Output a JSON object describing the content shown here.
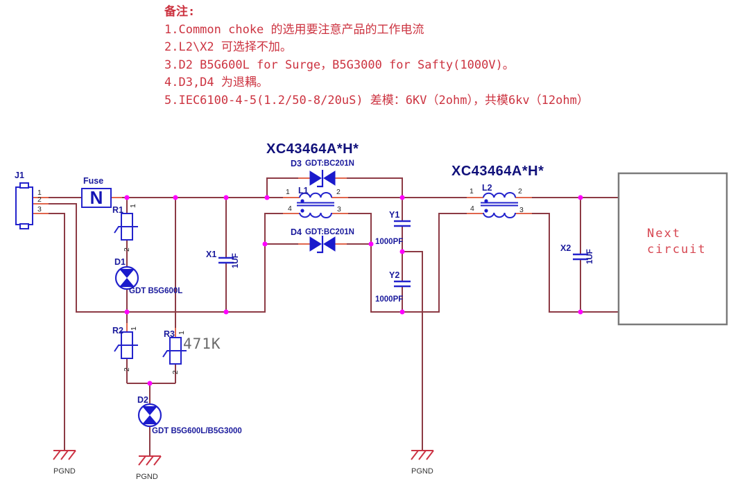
{
  "notes": {
    "title": "备注:",
    "lines": [
      "1.Common choke 的选用要注意产品的工作电流",
      "2.L2\\X2 可选择不加。",
      "3.D2 B5G600L for Surge，B5G3000 for Safty(1000V)。",
      "4.D3,D4 为退耦。",
      "5.IEC6100-4-5(1.2/50-8/20uS) 差模：6KV（2ohm），共模6kv（12ohm）"
    ]
  },
  "filters": {
    "first": "XC43464A*H*",
    "second": "XC43464A*H*"
  },
  "components": {
    "j1": {
      "ref": "J1",
      "pins": [
        "1",
        "2",
        "3"
      ]
    },
    "fuse": {
      "label": "Fuse",
      "glyph": "N"
    },
    "r1": {
      "ref": "R1",
      "pin1": "1",
      "pin2": "2"
    },
    "r2": {
      "ref": "R2",
      "pin1": "1",
      "pin2": "2"
    },
    "r3": {
      "ref": "R3",
      "pin1": "1",
      "pin2": "2",
      "value": "471K"
    },
    "d1": {
      "ref": "D1",
      "value": "GDT B5G600L"
    },
    "d2": {
      "ref": "D2",
      "value": "GDT B5G600L/B5G3000"
    },
    "d3": {
      "ref": "D3",
      "value": "GDT:BC201N"
    },
    "d4": {
      "ref": "D4",
      "value": "GDT:BC201N"
    },
    "l1": {
      "ref": "L1",
      "pins": {
        "p1": "1",
        "p2": "2",
        "p3": "3",
        "p4": "4"
      }
    },
    "l2": {
      "ref": "L2",
      "pins": {
        "p1": "1",
        "p2": "2",
        "p3": "3",
        "p4": "4"
      }
    },
    "x1": {
      "ref": "X1",
      "value": "1UF"
    },
    "x2": {
      "ref": "X2",
      "value": "1UF"
    },
    "y1": {
      "ref": "Y1",
      "value": "1000PF"
    },
    "y2": {
      "ref": "Y2",
      "value": "1000PF"
    }
  },
  "grounds": {
    "left": "PGND",
    "middle": "PGND",
    "right": "PGND"
  },
  "next_circuit": {
    "line1": "Next",
    "line2": "circuit"
  },
  "colors": {
    "wire": "#8c3a44",
    "pin_stub": "#e0654c",
    "junction": "#ff00ff",
    "symbol_blue": "#2323cc",
    "label_navy": "#1a1a9c",
    "note_red": "#cc3340",
    "ground_red": "#cc3344",
    "box_border": "#7a7a7a",
    "next_text": "#d64550"
  }
}
